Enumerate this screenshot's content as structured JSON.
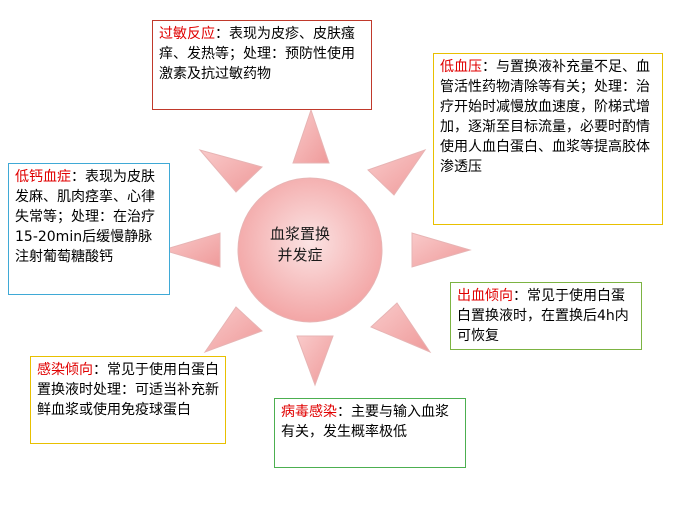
{
  "center": {
    "line1": "血浆置换",
    "line2": "并发症"
  },
  "boxes": [
    {
      "id": "allergy",
      "keyword": "过敏反应",
      "text": "：表现为皮疹、皮肤瘙痒、发热等；处理：预防性使用激素及抗过敏药物",
      "border": "#c0392b"
    },
    {
      "id": "hypotension",
      "keyword": "低血压",
      "text": "：与置换液补充量不足、血管活性药物清除等有关；处理：治疗开始时减慢放血速度，阶梯式增加，逐渐至目标流量，必要时酌情使用人血白蛋白、血浆等提高胶体渗透压",
      "border": "#e8c000"
    },
    {
      "id": "hypocalcemia",
      "keyword": "低钙血症",
      "text": "：表现为皮肤发麻、肌肉痉挛、心律失常等；处理：在治疗15-20min后缓慢静脉注射葡萄糖酸钙",
      "border": "#3fa9d6"
    },
    {
      "id": "bleeding",
      "keyword": "出血倾向",
      "text": "：常见于使用白蛋白置换液时，在置换后4h内可恢复",
      "border": "#7cb342"
    },
    {
      "id": "infection",
      "keyword": "感染倾向",
      "text": "：常见于使用白蛋白置换液时处理：可适当补充新鲜血浆或使用免疫球蛋白",
      "border": "#e8c000"
    },
    {
      "id": "virus",
      "keyword": "病毒感染",
      "text": "：主要与输入血浆有关，发生概率极低",
      "border": "#4caf50"
    }
  ],
  "colors": {
    "keyword": "#e00000",
    "sun_fill": "#f4a7a7",
    "sun_stroke": "#e8b3b3"
  }
}
